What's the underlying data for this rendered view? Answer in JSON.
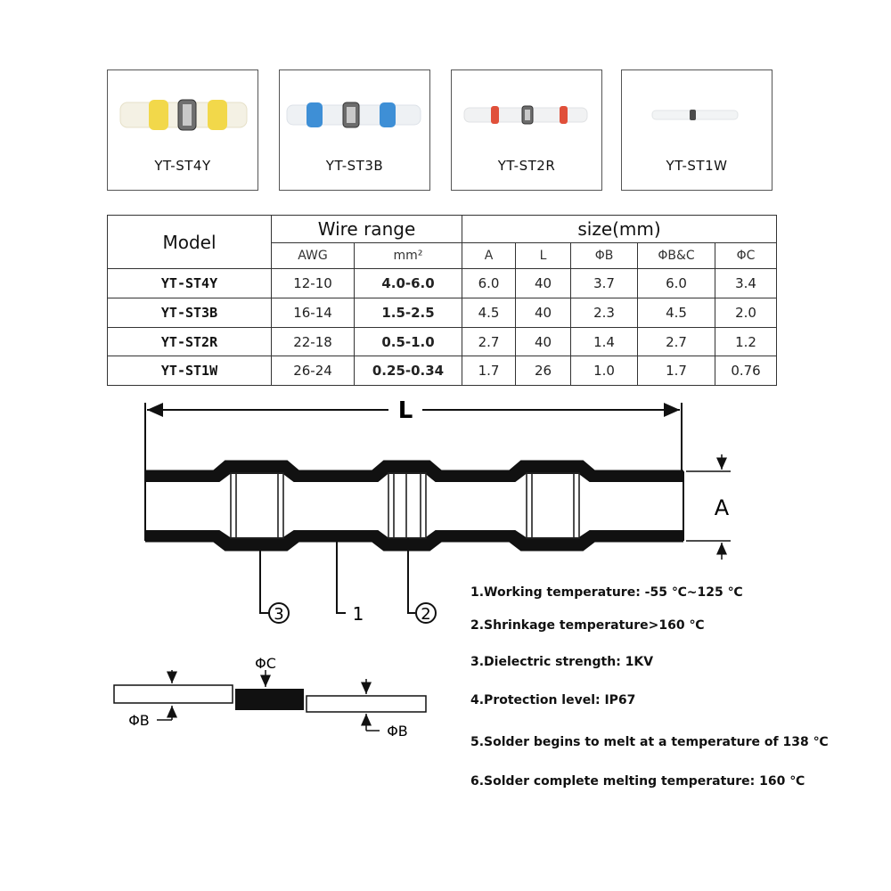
{
  "products": [
    {
      "model": "YT-ST4Y",
      "band_color": "#f2d84a",
      "band_label": "yellow"
    },
    {
      "model": "YT-ST3B",
      "band_color": "#3e8fd6",
      "band_label": "blue"
    },
    {
      "model": "YT-ST2R",
      "band_color": "#e0503a",
      "band_label": "red"
    },
    {
      "model": "YT-ST1W",
      "band_color": "#e8ecef",
      "band_label": "white"
    }
  ],
  "table": {
    "model_header": "Model",
    "wire_range_header": "Wire range",
    "size_header": "size(mm)",
    "sub_headers": [
      "AWG",
      "mm²",
      "A",
      "L",
      "ΦB",
      "ΦB&C",
      "ΦC"
    ],
    "rows": [
      {
        "model": "YT-ST4Y",
        "awg": "12-10",
        "mm2": "4.0-6.0",
        "A": "6.0",
        "L": "40",
        "phiB": "3.7",
        "phiBC": "6.0",
        "phiC": "3.4"
      },
      {
        "model": "YT-ST3B",
        "awg": "16-14",
        "mm2": "1.5-2.5",
        "A": "4.5",
        "L": "40",
        "phiB": "2.3",
        "phiBC": "4.5",
        "phiC": "2.0"
      },
      {
        "model": "YT-ST2R",
        "awg": "22-18",
        "mm2": "0.5-1.0",
        "A": "2.7",
        "L": "40",
        "phiB": "1.4",
        "phiBC": "2.7",
        "phiC": "1.2"
      },
      {
        "model": "YT-ST1W",
        "awg": "26-24",
        "mm2": "0.25-0.34",
        "A": "1.7",
        "L": "26",
        "phiB": "1.0",
        "phiBC": "1.7",
        "phiC": "0.76"
      }
    ]
  },
  "diagram": {
    "length_label": "L",
    "diameter_label": "A",
    "callout_3": "3",
    "callout_1": "1",
    "callout_2": "2",
    "phi_c_label": "ΦC",
    "phi_b_left_label": "ΦB",
    "phi_b_right_label": "ΦB"
  },
  "notes": [
    "1.Working temperature: -55 ℃~125 ℃",
    "2.Shrinkage temperature>160 ℃",
    "3.Dielectric strength: 1KV",
    "4.Protection level: IP67",
    "5.Solder begins to melt at a temperature of 138 ℃",
    "6.Solder complete melting temperature: 160 ℃"
  ]
}
